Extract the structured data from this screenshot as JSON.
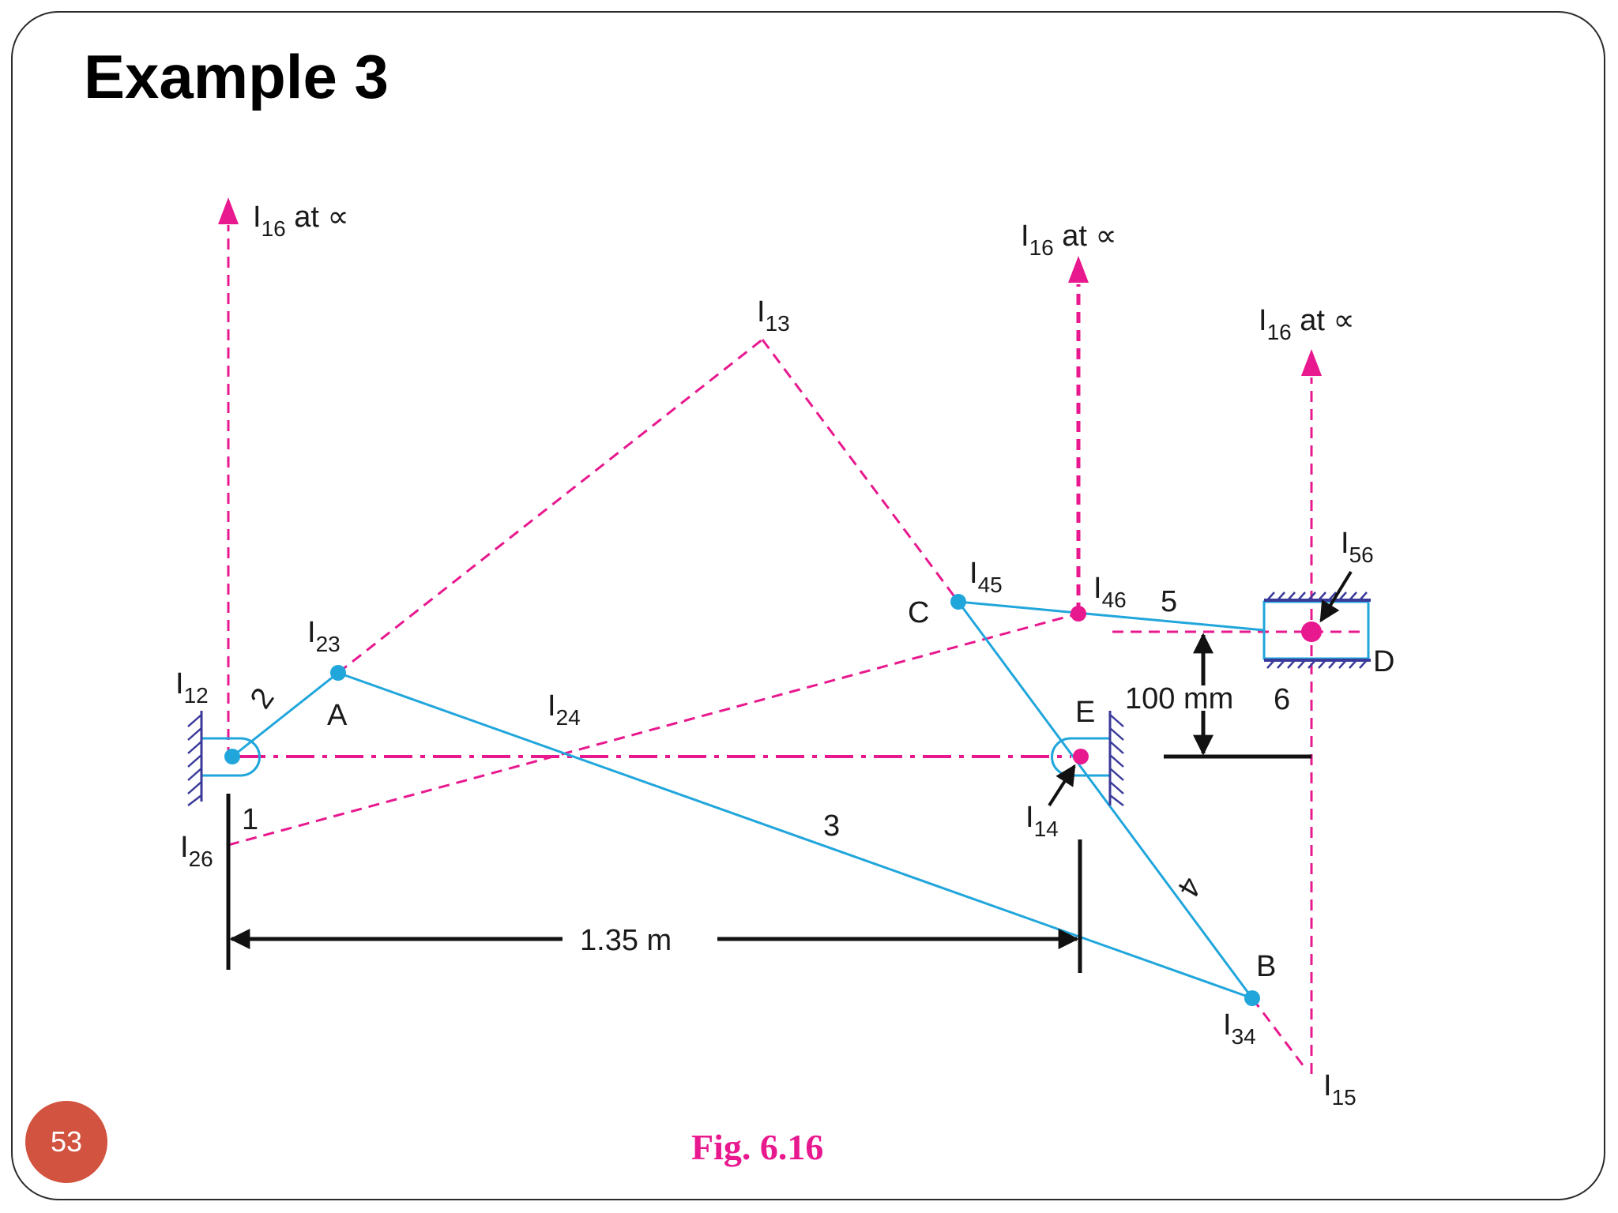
{
  "slide": {
    "title": "Example 3",
    "page_number": "53",
    "figure_caption": "Fig. 6.16"
  },
  "colors": {
    "link": "#21a6dc",
    "instant_center": "#e8188f",
    "dimension": "#111111",
    "ground_hatch": "#3a3a9a",
    "page_badge": "#d2533f"
  },
  "diagram": {
    "instant_centers": {
      "i12": {
        "main": "I",
        "sub": "12"
      },
      "i23": {
        "main": "I",
        "sub": "23"
      },
      "i24": {
        "main": "I",
        "sub": "24"
      },
      "i26": {
        "main": "I",
        "sub": "26"
      },
      "i13": {
        "main": "I",
        "sub": "13"
      },
      "i45": {
        "main": "I",
        "sub": "45"
      },
      "i46": {
        "main": "I",
        "sub": "46"
      },
      "i56": {
        "main": "I",
        "sub": "56"
      },
      "i14": {
        "main": "I",
        "sub": "14"
      },
      "i34": {
        "main": "I",
        "sub": "34"
      },
      "i15": {
        "main": "I",
        "sub": "15"
      }
    },
    "i16_at_infinity": {
      "main": "I",
      "sub": "16",
      "suffix": " at ∝"
    },
    "points": {
      "a": "A",
      "b": "B",
      "c": "C",
      "d": "D",
      "e": "E"
    },
    "link_numbers": {
      "l1": "1",
      "l2": "2",
      "l3": "3",
      "l4": "4",
      "l5": "5",
      "l6": "6"
    },
    "dimensions": {
      "base": "1.35 m",
      "offset": "100 mm"
    }
  }
}
